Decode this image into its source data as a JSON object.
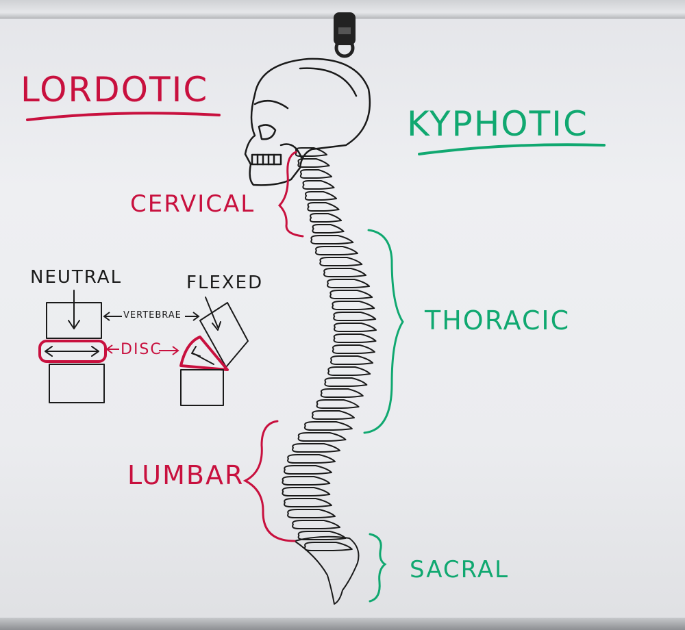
{
  "colors": {
    "red_marker": "#c8103e",
    "green_marker": "#10a870",
    "black_marker": "#1a1a1a",
    "board": "#eceef1"
  },
  "labels": {
    "lordotic": "LORDOTIC",
    "kyphotic": "KYPHOTIC",
    "cervical": "CERVICAL",
    "thoracic": "THORACIC",
    "lumbar": "LUMBAR",
    "sacral": "SACRAL",
    "neutral": "NEUTRAL",
    "flexed": "FLEXED",
    "vertebrae": "VERTEBRAE",
    "disc": "DISC"
  }
}
